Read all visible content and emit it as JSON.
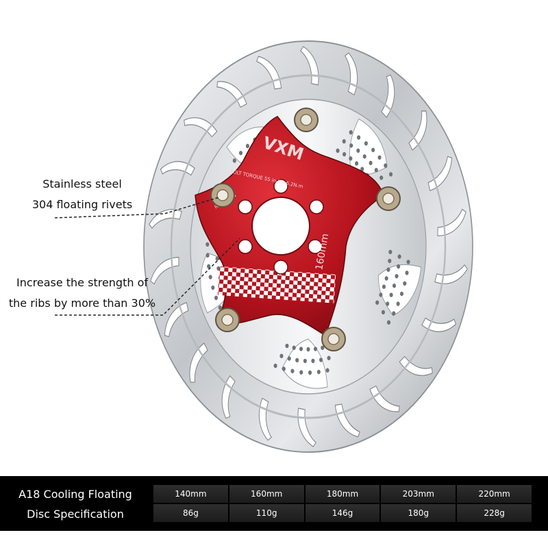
{
  "callouts": {
    "rivets": {
      "line1": "Stainless steel",
      "line2": "304 floating rivets"
    },
    "ribs": {
      "line1": "Increase the strength of",
      "line2": "the ribs by more than 30%"
    }
  },
  "disc_markings": {
    "brand": "VXM",
    "torque": "BOLT TORQUE 55 in-lbs 6.2N.m",
    "rotation": "ROTATION",
    "size": "160mm"
  },
  "spec": {
    "title_line1": "A18 Cooling Floating",
    "title_line2": "Disc Specification",
    "sizes": [
      "140mm",
      "160mm",
      "180mm",
      "203mm",
      "220mm"
    ],
    "weights": [
      "86g",
      "110g",
      "146g",
      "180g",
      "228g"
    ]
  },
  "colors": {
    "spider": "#b3121c",
    "rotor": "#c9cdd1",
    "band": "#000000"
  }
}
